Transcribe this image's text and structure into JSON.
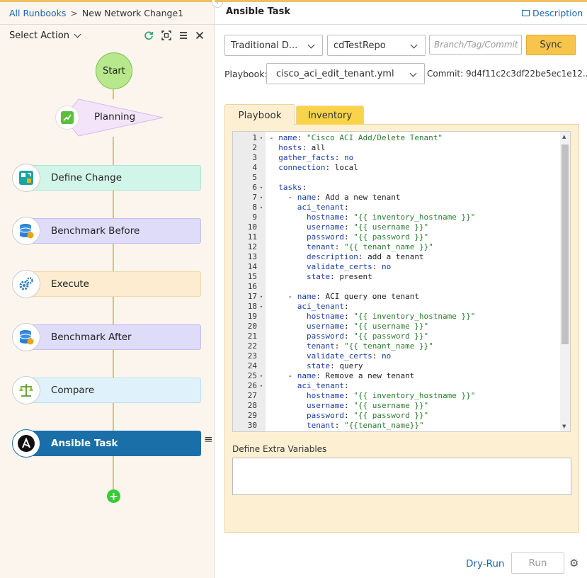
{
  "breadcrumb": {
    "root": "All Runbooks",
    "separator": ">",
    "current": "New Network Change1"
  },
  "toolbar": {
    "select_action": "Select Action"
  },
  "flow": {
    "start_label": "Start",
    "planning_label": "Planning",
    "steps": [
      {
        "label": "Define Change",
        "icon": "define-change-icon",
        "color": "#d2f5ea"
      },
      {
        "label": "Benchmark Before",
        "icon": "database-icon",
        "color": "#dfdcfa"
      },
      {
        "label": "Execute",
        "icon": "gears-icon",
        "color": "#fdeccf"
      },
      {
        "label": "Benchmark After",
        "icon": "database-icon",
        "color": "#dfdcfa"
      },
      {
        "label": "Compare",
        "icon": "scales-icon",
        "color": "#dff2fb"
      },
      {
        "label": "Ansible Task",
        "icon": "ansible-icon",
        "color": "#1a6fa8"
      }
    ],
    "add_label": "+"
  },
  "panel": {
    "title": "Ansible Task",
    "description_link": "Description",
    "source_select": "Traditional D...",
    "repo_select": "cdTestRepo",
    "branch_placeholder": "Branch/Tag/Commit",
    "sync_button": "Sync",
    "playbook_label": "Playbook:",
    "playbook_select": "cisco_aci_edit_tenant.yml",
    "commit_text": "Commit: 9d4f11c2c3df22be5ec1e12...",
    "tabs": [
      "Playbook",
      "Inventory"
    ],
    "extra_vars_label": "Define Extra Variables",
    "dry_run": "Dry-Run",
    "run": "Run"
  },
  "code": [
    {
      "n": "1",
      "fold": "▾",
      "t": "- name: \"Cisco ACI Add/Delete Tenant\""
    },
    {
      "n": "2",
      "fold": "",
      "t": "  hosts: all"
    },
    {
      "n": "3",
      "fold": "",
      "t": "  gather_facts: no"
    },
    {
      "n": "4",
      "fold": "",
      "t": "  connection: local"
    },
    {
      "n": "5",
      "fold": "",
      "t": ""
    },
    {
      "n": "6",
      "fold": "▾",
      "t": "  tasks:"
    },
    {
      "n": "7",
      "fold": "▾",
      "t": "    - name: Add a new tenant"
    },
    {
      "n": "8",
      "fold": "▾",
      "t": "      aci_tenant:"
    },
    {
      "n": "9",
      "fold": "",
      "t": "        hostname: \"{{ inventory_hostname }}\""
    },
    {
      "n": "10",
      "fold": "",
      "t": "        username: \"{{ username }}\""
    },
    {
      "n": "11",
      "fold": "",
      "t": "        password: \"{{ password }}\""
    },
    {
      "n": "12",
      "fold": "",
      "t": "        tenant: \"{{ tenant_name }}\""
    },
    {
      "n": "13",
      "fold": "",
      "t": "        description: add a tenant"
    },
    {
      "n": "14",
      "fold": "",
      "t": "        validate_certs: no"
    },
    {
      "n": "15",
      "fold": "",
      "t": "        state: present"
    },
    {
      "n": "16",
      "fold": "",
      "t": ""
    },
    {
      "n": "17",
      "fold": "▾",
      "t": "    - name: ACI query one tenant"
    },
    {
      "n": "18",
      "fold": "▾",
      "t": "      aci_tenant:"
    },
    {
      "n": "19",
      "fold": "",
      "t": "        hostname: \"{{ inventory_hostname }}\""
    },
    {
      "n": "20",
      "fold": "",
      "t": "        username: \"{{ username }}\""
    },
    {
      "n": "21",
      "fold": "",
      "t": "        password: \"{{ password }}\""
    },
    {
      "n": "22",
      "fold": "",
      "t": "        tenant: \"{{ tenant_name }}\""
    },
    {
      "n": "23",
      "fold": "",
      "t": "        validate_certs: no"
    },
    {
      "n": "24",
      "fold": "",
      "t": "        state: query"
    },
    {
      "n": "25",
      "fold": "▾",
      "t": "    - name: Remove a new tenant"
    },
    {
      "n": "26",
      "fold": "▾",
      "t": "      aci_tenant:"
    },
    {
      "n": "27",
      "fold": "",
      "t": "        hostname: \"{{ inventory_hostname }}\""
    },
    {
      "n": "28",
      "fold": "",
      "t": "        username: \"{{ username }}\""
    },
    {
      "n": "29",
      "fold": "",
      "t": "        password: \"{{ password }}\""
    },
    {
      "n": "30",
      "fold": "",
      "t": "        tenant: \"{{tenant_name}}\""
    }
  ]
}
